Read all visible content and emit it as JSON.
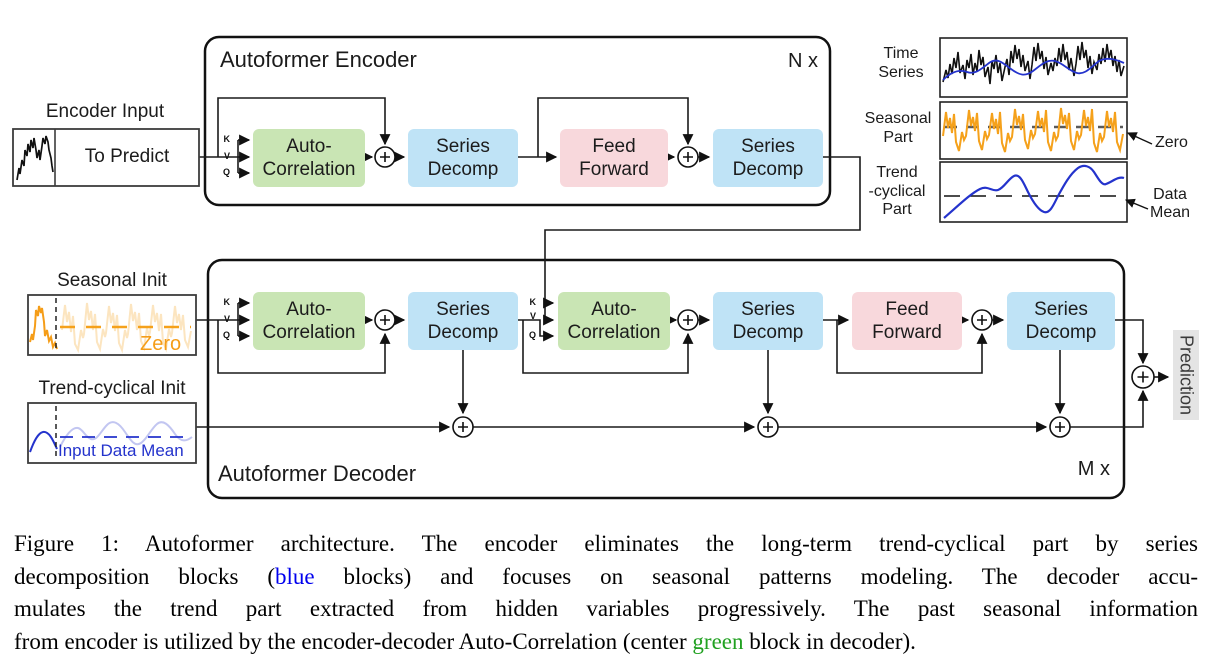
{
  "fig": {
    "encoder_input": {
      "label": "Encoder Input",
      "value": "To Predict"
    },
    "encoder": {
      "title": "Autoformer Encoder",
      "repeat": "N x"
    },
    "decoder": {
      "title": "Autoformer Decoder",
      "repeat": "M x"
    },
    "kvq": {
      "k": "K",
      "v": "V",
      "q": "Q"
    },
    "blocks": {
      "auto_correlation": [
        "Auto-",
        "Correlation"
      ],
      "series_decomp": [
        "Series",
        "Decomp"
      ],
      "feed_forward": [
        "Feed",
        "Forward"
      ]
    },
    "side_plots": {
      "time_series": {
        "label": [
          "Time",
          "Series"
        ]
      },
      "seasonal": {
        "label": [
          "Seasonal",
          "Part"
        ],
        "annotation": "Zero"
      },
      "trend": {
        "label": [
          "Trend",
          "-cyclical",
          "Part"
        ],
        "annotation": [
          "Data",
          "Mean"
        ]
      }
    },
    "decoder_inputs": {
      "seasonal_init": {
        "label": "Seasonal Init",
        "inner": "Zero"
      },
      "trend_init": {
        "label": "Trend-cyclical Init",
        "inner": "Input Data Mean"
      }
    },
    "prediction": "Prediction"
  },
  "icons": {
    "sum_node": "circled-plus"
  },
  "colors": {
    "auto_correlation_green": "#c9e5b4",
    "series_decomp_blue": "#bfe3f6",
    "feed_forward_pink": "#f8d8dc",
    "seasonal_orange": "#f5a11b",
    "trend_blue": "#2433cc",
    "prediction_bg": "#e4e4e4",
    "caption_blue_word": "#0000ee",
    "caption_green_word": "#21a121"
  },
  "caption": {
    "lines": [
      {
        "segments": [
          {
            "t": "Figure 1: Autoformer architecture. The encoder eliminates the long-term trend-cyclical part by series"
          }
        ]
      },
      {
        "segments": [
          {
            "t": "decomposition blocks ("
          },
          {
            "t": "blue",
            "c": "blue"
          },
          {
            "t": " blocks) and focuses on seasonal patterns modeling. The decoder accu-"
          }
        ]
      },
      {
        "segments": [
          {
            "t": "mulates the trend part extracted from hidden variables progressively. The past seasonal information"
          }
        ]
      },
      {
        "segments": [
          {
            "t": "from encoder is utilized by the encoder-decoder Auto-Correlation (center "
          },
          {
            "t": "green",
            "c": "green"
          },
          {
            "t": " block in decoder)."
          }
        ]
      }
    ]
  }
}
